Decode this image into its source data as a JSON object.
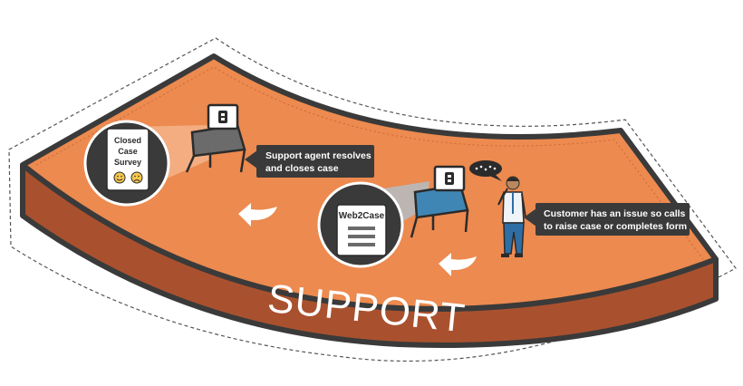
{
  "banner": {
    "title": "SUPPORT"
  },
  "survey": {
    "line1": "Closed",
    "line2": "Case",
    "line3": "Survey",
    "face_icons": [
      "smiley-face-icon",
      "frown-face-icon"
    ]
  },
  "web2case": {
    "title": "Web2Case"
  },
  "labels": {
    "agent_line1": "Support agent resolves",
    "agent_line2": "and closes case",
    "customer_line1": "Customer has an issue so calls",
    "customer_line2": "to raise case or completes form"
  },
  "colors": {
    "platform_top": "#ec8a4f",
    "platform_side": "#a9512e",
    "outline": "#3a3a3a",
    "callout_bg": "#3a3a3a",
    "arrow": "#ffffff",
    "desk_blue": "#3f86b5",
    "customer_shirt": "#eef4f8",
    "customer_pants": "#2f6ea4",
    "face_yellow": "#f5c64d"
  }
}
